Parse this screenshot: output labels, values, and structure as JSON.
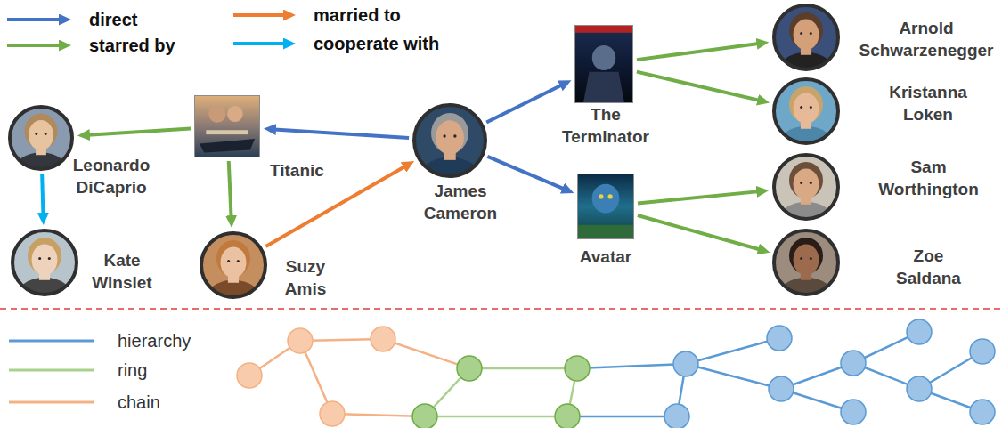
{
  "diagram": {
    "nodes": [
      {
        "text": [
          "Leonardo DiCaprio"
        ]
      },
      {
        "text": [
          "Titanic"
        ]
      },
      {
        "text": [
          "James Cameron"
        ]
      },
      {
        "text": [
          "The Terminator"
        ]
      },
      {
        "text": [
          "Avatar"
        ]
      },
      {
        "text": [
          "Arnold Schwarzenegger"
        ]
      },
      {
        "text": [
          "Kristanna Loken"
        ]
      },
      {
        "text": [
          "Sam Worthington"
        ]
      },
      {
        "text": [
          "Zoe Saldana"
        ]
      },
      {
        "text": [
          "Kate Winslet"
        ]
      },
      {
        "text": [
          "Suzy Amis"
        ]
      }
    ],
    "edges": [
      {
        "from": 2,
        "to": 1,
        "arrow": "to"
      },
      {
        "from": 2,
        "to": 3,
        "arrow": "to"
      },
      {
        "from": 2,
        "to": 4,
        "arrow": "to"
      },
      {
        "from": 1,
        "to": 0,
        "arrow": "to"
      },
      {
        "from": 1,
        "to": 10,
        "arrow": "to"
      },
      {
        "from": 0,
        "to": 9,
        "arrow": "to"
      },
      {
        "from": 10,
        "to": 2,
        "arrow": "to"
      },
      {
        "from": 3,
        "to": 5,
        "arrow": "to"
      },
      {
        "from": 3,
        "to": 6,
        "arrow": "to"
      },
      {
        "from": 4,
        "to": 7,
        "arrow": "to"
      },
      {
        "from": 4,
        "to": 8,
        "arrow": "to"
      }
    ],
    "legend": [
      {
        "text": "direct"
      },
      {
        "text": "starred by"
      },
      {
        "text": "married to"
      },
      {
        "text": "cooperate with"
      },
      {
        "text": "hierarchy"
      },
      {
        "text": "ring"
      },
      {
        "text": "chain"
      }
    ]
  }
}
